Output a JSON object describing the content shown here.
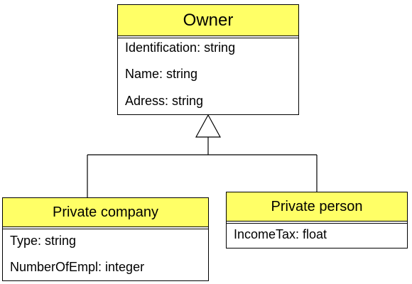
{
  "colors": {
    "header_fill": "#ffff66",
    "border": "#000000",
    "background": "#ffffff"
  },
  "classes": {
    "owner": {
      "name": "Owner",
      "attributes": [
        "Identification: string",
        "Name: string",
        "Adress: string"
      ]
    },
    "private_company": {
      "name": "Private company",
      "attributes": [
        "Type: string",
        "NumberOfEmpl: integer"
      ]
    },
    "private_person": {
      "name": "Private person",
      "attributes": [
        "IncomeTax: float"
      ]
    }
  },
  "relationship": {
    "type": "generalization",
    "parent": "Owner",
    "children": [
      "Private company",
      "Private person"
    ]
  }
}
